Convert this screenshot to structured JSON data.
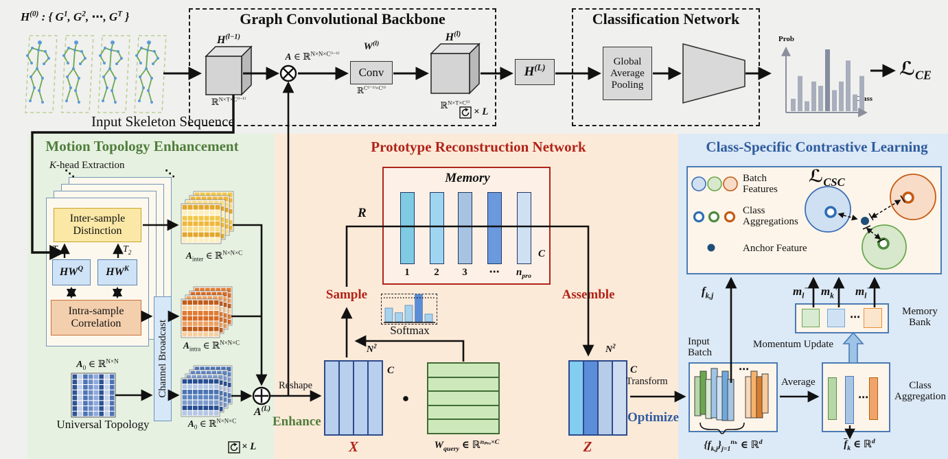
{
  "colors": {
    "bg": "#f0f0ee",
    "panel_green": "#e7f1e1",
    "panel_peach": "#fcead9",
    "panel_blue": "#dce9f6",
    "title_green": "#4f7d3c",
    "title_red": "#b02418",
    "title_blue": "#2e5b9e",
    "box_gray": "#d9d9d9",
    "x_fill": "#b8cfee",
    "wquery_fill": "#cde9bb",
    "memory_bars": [
      "#7fcbe4",
      "#a0d5f2",
      "#a8c3e2",
      "#6b99dd",
      "#cfe0f3"
    ],
    "z_cols": [
      "#82cdf0",
      "#5b8dd9",
      "#b7cce9",
      "#cedcf1"
    ],
    "grid_yellow": [
      "#e2a72c",
      "#f2c84b",
      "#f7dd8a",
      "#fcefc0",
      "#efb73a"
    ],
    "grid_orange": [
      "#c05c1a",
      "#e07c32",
      "#eda05f",
      "#f6cfa0",
      "#d96b24"
    ],
    "grid_blue": [
      "#274e92",
      "#4a73b2",
      "#7d9bcb",
      "#b3c6e2",
      "#5e85bf"
    ],
    "topo_blue": [
      "#2e5395",
      "#4d74b5",
      "#8faadc",
      "#c3d0e8",
      "#6c8ec5"
    ],
    "batch_bars": [
      "#b6d7a8",
      "#6aa84f",
      "#d9ead3",
      "#9fc5e8",
      "#cfe2f3",
      "#6fa8dc",
      "#a8c6e4",
      "#fad7b8",
      "#f6b26b",
      "#d97c2b",
      "#f9cb9c"
    ],
    "softmax_bar": "#a5d3ee",
    "softmax_dark": "#5b8dd9",
    "prob_bar": "#a8aebc",
    "prob_dark": "#858da1",
    "agg_green": "#b6d7a8",
    "agg_blue": "#a8c6e4",
    "agg_orange": "#f0a36a",
    "bank_green": "#d9ead3",
    "bank_blue": "#cfe2f3",
    "bank_orange": "#fce5cd",
    "skeleton_bone": "#6aa84f",
    "skeleton_joint": "#5b9bd5"
  },
  "top": {
    "formula": [
      {
        "t": "H"
      },
      {
        "t": "(0)",
        "s": "sup"
      },
      {
        "t": " : { G"
      },
      {
        "t": "1",
        "s": "sup"
      },
      {
        "t": ", G"
      },
      {
        "t": "2",
        "s": "sup"
      },
      {
        "t": ", ⋯, G"
      },
      {
        "t": "T",
        "s": "sup"
      },
      {
        "t": " }"
      }
    ],
    "caption": "Input Skeleton Sequence",
    "backbone": {
      "title": "Graph Convolutional Backbone",
      "h_prev": [
        {
          "t": "H"
        },
        {
          "t": "(l−1)",
          "s": "sup"
        }
      ],
      "h_prev_dim": [
        {
          "t": "ℝ"
        },
        {
          "t": "N×T×C⁽ˡ⁻¹⁾",
          "s": "sup"
        }
      ],
      "a_label": [
        {
          "t": "A",
          "s": "bi"
        },
        {
          "t": " ∈ ℝ"
        },
        {
          "t": "N×N×C⁽ˡ⁻¹⁾",
          "s": "sup"
        }
      ],
      "w_label": [
        {
          "t": "W"
        },
        {
          "t": "(l)",
          "s": "sup"
        }
      ],
      "conv": "Conv",
      "w_dim": [
        {
          "t": "ℝ"
        },
        {
          "t": "C⁽ˡ⁻¹⁾×C⁽ˡ⁾",
          "s": "sup"
        }
      ],
      "h_l": [
        {
          "t": "H"
        },
        {
          "t": "(l)",
          "s": "sup"
        }
      ],
      "h_l_dim": [
        {
          "t": "ℝ"
        },
        {
          "t": "N×T×C⁽ˡ⁾",
          "s": "sup"
        }
      ],
      "loop": "× L"
    },
    "h_out": [
      {
        "t": "H"
      },
      {
        "t": "(L)",
        "s": "sup"
      }
    ],
    "cls": {
      "title": "Classification Network",
      "gap": "Global Average Pooling",
      "classifier": "Classifier"
    },
    "loss_ce": [
      {
        "t": "ℒ"
      },
      {
        "t": "CE",
        "s": "sub"
      }
    ]
  },
  "charts": {
    "prob": {
      "type": "bar",
      "ylabel": "Prob",
      "xlabel": "Class",
      "values": [
        0.2,
        0.57,
        0.16,
        0.48,
        0.41,
        1.0,
        0.34,
        0.48,
        0.82,
        0.27,
        0.57
      ],
      "dark_index": 5,
      "ylim": [
        0,
        1
      ],
      "grid": false
    },
    "softmax": {
      "type": "bar",
      "values": [
        0.5,
        0.33,
        0.6,
        1.0,
        0.28
      ],
      "dark_index": 3
    }
  },
  "green": {
    "title": "Motion Topology Enhancement",
    "khead": [
      {
        "t": "K",
        "s": "it"
      },
      {
        "t": "-head Extraction"
      }
    ],
    "dots": "⋱",
    "inter_box": "Inter-sample Distinction",
    "t1": [
      {
        "t": "T"
      },
      {
        "t": "1",
        "s": "sub"
      }
    ],
    "t2": [
      {
        "t": "T"
      },
      {
        "t": "2",
        "s": "sub"
      }
    ],
    "hwq": [
      {
        "t": "HW"
      },
      {
        "t": "Q",
        "s": "sup"
      }
    ],
    "hwk": [
      {
        "t": "HW"
      },
      {
        "t": "K",
        "s": "sup"
      }
    ],
    "intra_box": "Intra-sample Correlation",
    "channel_broadcast": "Channel Broadcast",
    "a_inter": [
      {
        "t": "A",
        "s": "bi"
      },
      {
        "t": "inter",
        "s": "sub"
      },
      {
        "t": " ∈ ℝ"
      },
      {
        "t": "N×N×C",
        "s": "sup"
      }
    ],
    "a_intra": [
      {
        "t": "A",
        "s": "bi"
      },
      {
        "t": "intra",
        "s": "sub"
      },
      {
        "t": " ∈ ℝ"
      },
      {
        "t": "N×N×C",
        "s": "sup"
      }
    ],
    "a0_flat": [
      {
        "t": "A",
        "s": "bi"
      },
      {
        "t": "0",
        "s": "sub"
      },
      {
        "t": " ∈ ℝ"
      },
      {
        "t": "N×N",
        "s": "sup"
      }
    ],
    "universal": "Universal Topology",
    "a0_cube": [
      {
        "t": "A",
        "s": "bi"
      },
      {
        "t": "0",
        "s": "sub"
      },
      {
        "t": " ∈ ℝ"
      },
      {
        "t": "N×N×C",
        "s": "sup"
      }
    ],
    "aL": [
      {
        "t": "A"
      },
      {
        "t": "(L)",
        "s": "sup"
      }
    ],
    "enhance": "Enhance",
    "reshape": "Reshape",
    "loop": "× L"
  },
  "peach": {
    "title": "Prototype Reconstruction Network",
    "memory_title": "Memory",
    "r_label": "R",
    "bar_labels": [
      "1",
      "2",
      "3",
      "⋯"
    ],
    "n_pro": [
      {
        "t": "n"
      },
      {
        "t": "pro",
        "s": "sub"
      }
    ],
    "c_label": "C",
    "sample": "Sample",
    "softmax": "Softmax",
    "assemble": "Assemble",
    "x_label": "X",
    "z_label": "Z",
    "n2": [
      {
        "t": "N"
      },
      {
        "t": "2",
        "s": "sup"
      }
    ],
    "dot": "•",
    "wquery": [
      {
        "t": "W"
      },
      {
        "t": "query",
        "s": "sub"
      },
      {
        "t": " ∈ ℝ"
      },
      {
        "t": "nₚᵣₒ×C",
        "s": "sup"
      }
    ],
    "transform": "Transform",
    "optimize": "Optimize"
  },
  "blue": {
    "title": "Class-Specific Contrastive Learning",
    "legend_batch": "Batch Features",
    "legend_class": "Class Aggregations",
    "legend_anchor": "Anchor Feature",
    "loss_csc": [
      {
        "t": "ℒ"
      },
      {
        "t": "CSC",
        "s": "sub"
      }
    ],
    "fkj": [
      {
        "t": "f"
      },
      {
        "t": "k,j",
        "s": "sub"
      }
    ],
    "m_neg_l1": [
      {
        "t": "m"
      },
      {
        "t": "l",
        "s": "sub"
      },
      {
        "t": "−",
        "s": "sup"
      }
    ],
    "m_pos_k": [
      {
        "t": "m"
      },
      {
        "t": "k",
        "s": "sub"
      },
      {
        "t": "+",
        "s": "sup"
      }
    ],
    "m_neg_l2": [
      {
        "t": "m"
      },
      {
        "t": "l",
        "s": "sub"
      },
      {
        "t": "−",
        "s": "sup"
      }
    ],
    "memory_bank": "Memory Bank",
    "momentum": "Momentum Update",
    "input_batch": "Input Batch",
    "batch_set": [
      {
        "t": "{"
      },
      {
        "t": "f"
      },
      {
        "t": "k,j",
        "s": "sub"
      },
      {
        "t": "}"
      },
      {
        "t": "j=1",
        "s": "sub"
      },
      {
        "t": "nₖ",
        "s": "sup"
      },
      {
        "t": " ∈ ℝ"
      },
      {
        "t": "d",
        "s": "sup"
      }
    ],
    "average": "Average",
    "class_aggregation": "Class Aggregation",
    "fbar": [
      {
        "t": "f",
        "s": "ol"
      },
      {
        "t": "k",
        "s": "sub"
      },
      {
        "t": " ∈ ℝ"
      },
      {
        "t": "d",
        "s": "sup"
      }
    ],
    "dots": "⋯"
  }
}
